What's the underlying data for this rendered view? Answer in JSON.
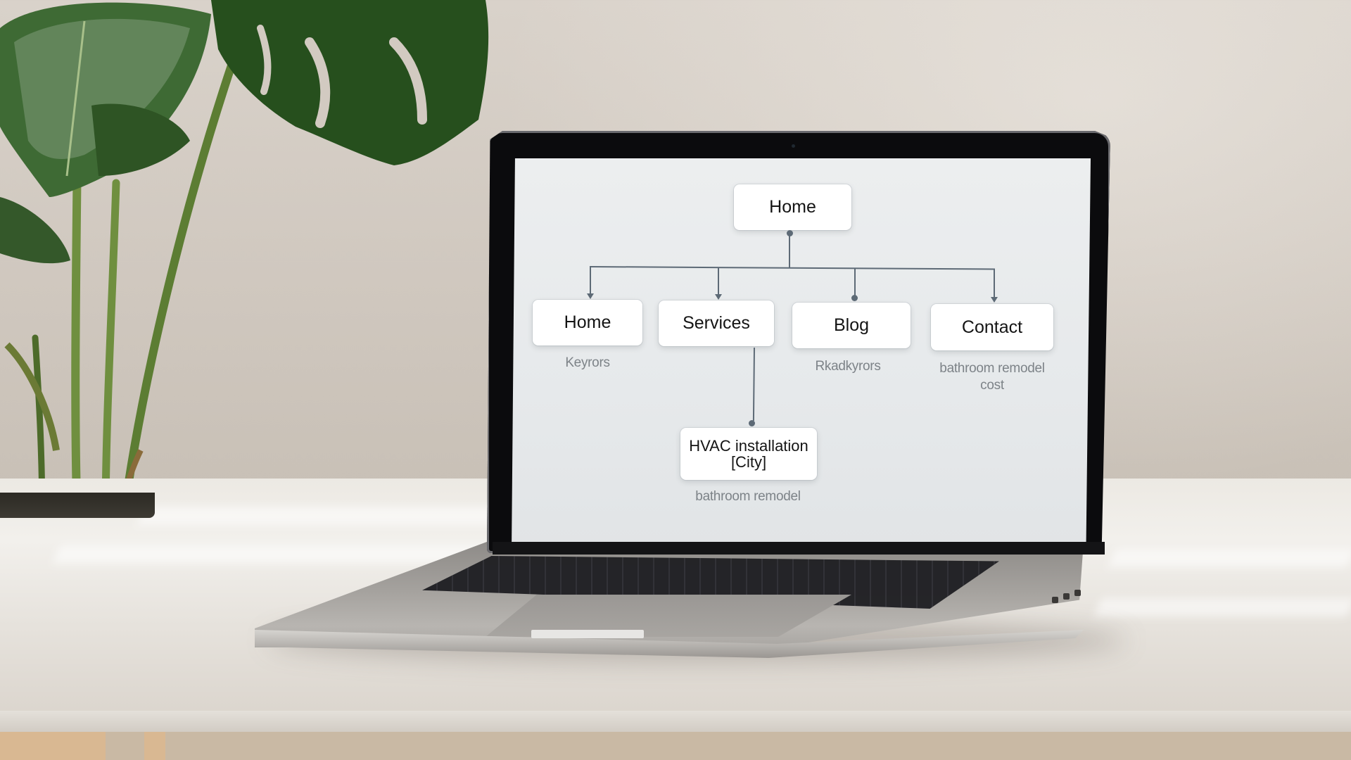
{
  "scene": {
    "description": "Laptop on white desk beside monstera plant, screen shows site architecture diagram",
    "colors": {
      "wall": "#d2cac1",
      "desk": "#eeebe6",
      "screen_bg": "#e8ebed",
      "node_bg": "#ffffff",
      "node_text": "#141414",
      "connector": "#5d6a76",
      "sublabel": "#7d8388",
      "plant_green": "#2f5a24"
    }
  },
  "diagram": {
    "root": {
      "label": "Home"
    },
    "children": [
      {
        "label": "Home",
        "sublabel": "Keyrors"
      },
      {
        "label": "Services",
        "sublabel": ""
      },
      {
        "label": "Blog",
        "sublabel": "Rkadkyrors"
      },
      {
        "label": "Contact",
        "sublabel_line1": "bathroom remodel",
        "sublabel_line2": "cost"
      }
    ],
    "services_child": {
      "label_line1": "HVAC installation",
      "label_line2": "[City]",
      "sublabel": "bathroom remodel"
    }
  }
}
